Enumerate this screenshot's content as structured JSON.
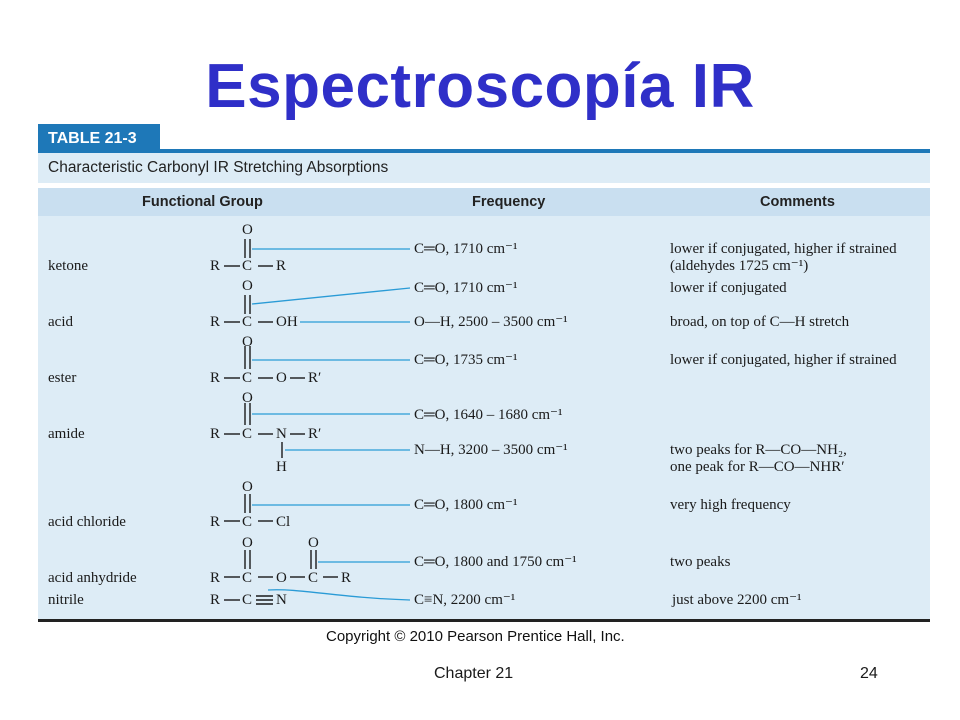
{
  "slide": {
    "title": "Espectroscopía IR",
    "footer_left": "Chapter 21",
    "page_number": "24",
    "copyright": "Copyright © 2010 Pearson Prentice Hall, Inc."
  },
  "table": {
    "tag": "TABLE 21-3",
    "caption": "Characteristic Carbonyl IR Stretching Absorptions",
    "headers": [
      "Functional Group",
      "Frequency",
      "Comments"
    ],
    "rows": [
      {
        "group": "ketone",
        "freq": "C═O, 1710 cm⁻¹",
        "comments": [
          "lower if conjugated, higher if strained",
          "(aldehydes 1725 cm⁻¹)"
        ]
      },
      {
        "group": "acid",
        "freq": "C═O, 1710 cm⁻¹",
        "freq2": "O—H, 2500 – 3500 cm⁻¹",
        "comments": [
          "lower if conjugated"
        ],
        "comments2": "broad, on top of C—H stretch"
      },
      {
        "group": "ester",
        "freq": "C═O, 1735 cm⁻¹",
        "comments": [
          "lower if conjugated, higher if strained"
        ]
      },
      {
        "group": "amide",
        "freq": "C═O, 1640 – 1680 cm⁻¹",
        "freq2": "N—H, 3200 – 3500 cm⁻¹",
        "comments": [
          "two peaks for R—CO—NH₂,",
          "one peak for R—CO—NHR′"
        ]
      },
      {
        "group": "acid chloride",
        "freq": "C═O, 1800 cm⁻¹",
        "comments": [
          "very high frequency"
        ]
      },
      {
        "group": "acid anhydride",
        "freq": "C═O, 1800 and 1750 cm⁻¹",
        "comments": [
          "two peaks"
        ]
      },
      {
        "group": "nitrile",
        "freq": "C≡N, 2200 cm⁻¹",
        "comments": [
          "just above 2200 cm⁻¹"
        ]
      }
    ]
  },
  "structures": {
    "ketone": {
      "o": "O",
      "r1": "R",
      "c": "C",
      "r2": "R"
    },
    "acid": {
      "o": "O",
      "r1": "R",
      "c": "C",
      "oh": "OH"
    },
    "ester": {
      "o": "O",
      "r1": "R",
      "c": "C",
      "o2": "O",
      "r2": "R′"
    },
    "amide": {
      "o": "O",
      "r1": "R",
      "c": "C",
      "n": "N",
      "r2": "R′",
      "h": "H"
    },
    "acid_chloride": {
      "o": "O",
      "r1": "R",
      "c": "C",
      "cl": "Cl"
    },
    "anhydride": {
      "o1": "O",
      "o2": "O",
      "r1": "R",
      "c1": "C",
      "o3": "O",
      "c2": "C",
      "r2": "R"
    },
    "nitrile": {
      "r": "R",
      "c": "C",
      "n": "N"
    }
  },
  "colors": {
    "title": "#2f2fc8",
    "table_blue": "#1e78b8",
    "band_light": "#ddecf6",
    "band_header": "#c9dff0",
    "leader": "#2a9bd6"
  }
}
